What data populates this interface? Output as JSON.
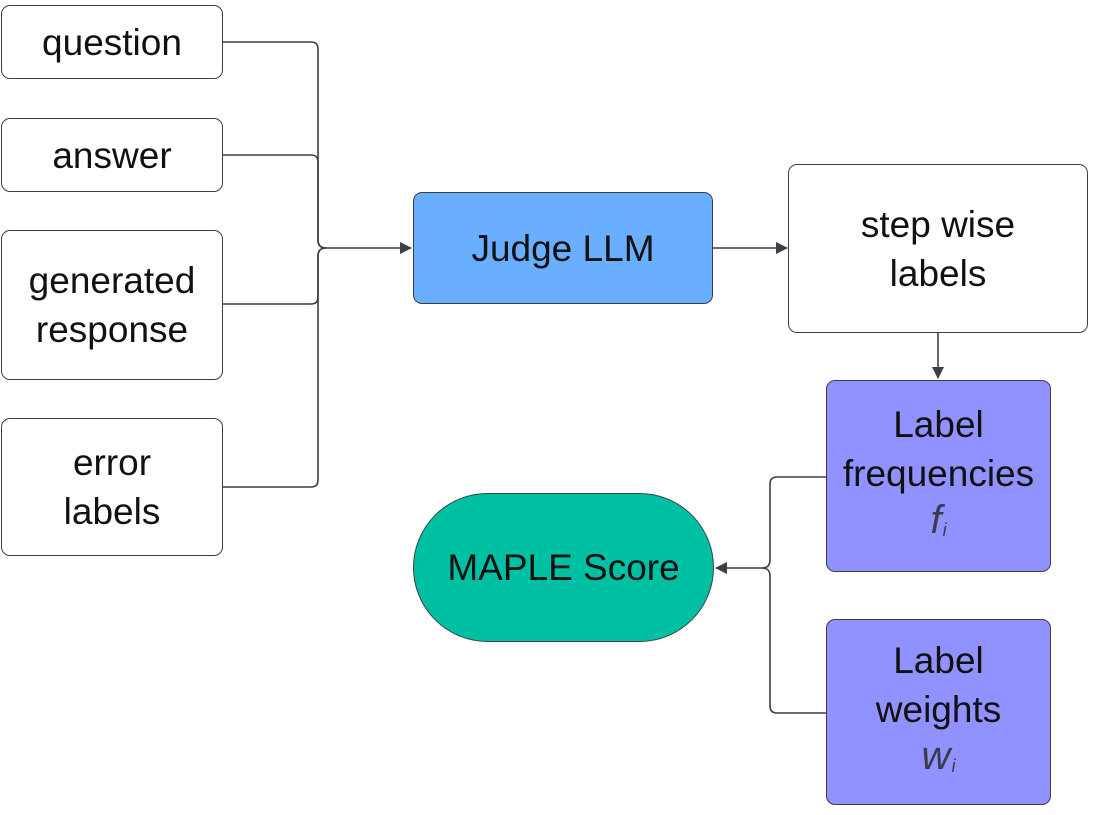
{
  "inputs": {
    "question": "question",
    "answer": "answer",
    "generated_response": [
      "generated",
      "response"
    ],
    "error_labels": [
      "error",
      "labels"
    ]
  },
  "judge": {
    "label": "Judge LLM",
    "color": "#6aaeff"
  },
  "step_labels": {
    "lines": [
      "step wise",
      "labels"
    ]
  },
  "label_frequencies": {
    "lines": [
      "Label",
      "frequencies"
    ],
    "symbol": "f",
    "subscript": "i",
    "color": "#9191ff"
  },
  "label_weights": {
    "lines": [
      "Label",
      "weights"
    ],
    "symbol": "w",
    "subscript": "i",
    "color": "#9191ff"
  },
  "maple_score": {
    "label": "MAPLE Score",
    "color": "#00c0a4"
  }
}
